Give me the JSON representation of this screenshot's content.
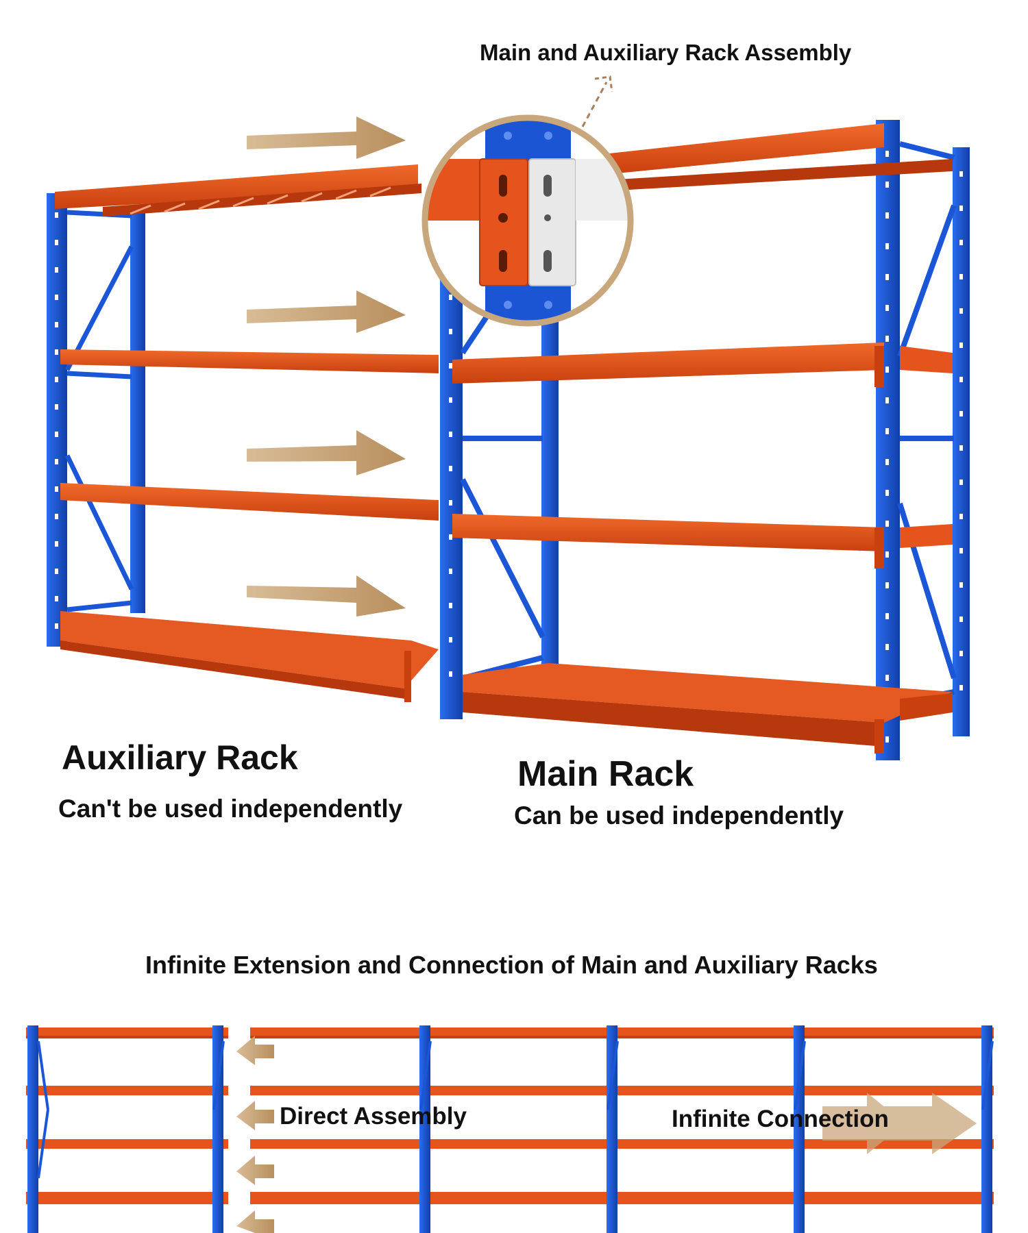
{
  "colors": {
    "upright_blue": "#1a56d6",
    "beam_orange": "#e4541c",
    "arrow_tan": "#c9a77c",
    "background": "#ffffff"
  },
  "callout": {
    "title": "Main and Auxiliary Rack Assembly"
  },
  "auxiliary_rack": {
    "title": "Auxiliary Rack",
    "subtitle": "Can't be used independently"
  },
  "main_rack": {
    "title": "Main Rack",
    "subtitle": "Can be used independently"
  },
  "extension": {
    "title": "Infinite Extension and Connection of Main and Auxiliary Racks",
    "direct_label": "Direct Assembly",
    "infinite_label": "Infinite Connection"
  },
  "icons": [
    "arrow-right-icon",
    "arrow-left-icon",
    "magnifier-callout-icon"
  ]
}
